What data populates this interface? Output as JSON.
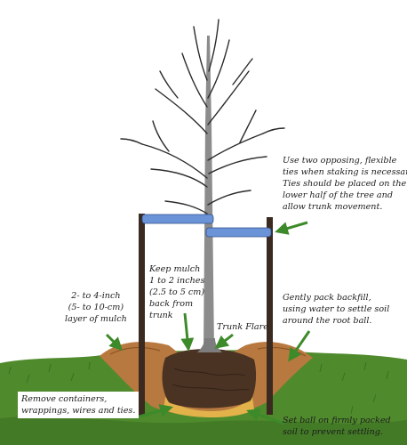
{
  "title": "",
  "colors": {
    "grass": "#4f8a2c",
    "grass_dark": "#2f5f1c",
    "mulch": "#b7793f",
    "root_ball": "#4a3322",
    "packed_soil": "#e3b24a",
    "stake": "#3a2a20",
    "tie": "#6a93d8",
    "arrow": "#3d8a2a",
    "trunk": "#8c8c8c",
    "branches": "#2b2b2b"
  },
  "labels": {
    "ties": [
      "Use two opposing, flexible",
      "ties when staking is necessary.",
      "Ties should be placed on the",
      "lower half of the tree and",
      "allow trunk movement."
    ],
    "mulch_depth": [
      "Keep mulch",
      "1 to 2 inches",
      "(2.5 to 5 cm)",
      "back from",
      "trunk"
    ],
    "mulch_layer": [
      "2- to 4-inch",
      "(5- to 10-cm)",
      "layer of mulch"
    ],
    "backfill": [
      "Gently pack backfill,",
      "using water to settle soil",
      "around the root ball."
    ],
    "trunk_flare": "Trunk Flare",
    "remove": [
      "Remove containers,",
      "wrappings, wires and ties."
    ],
    "soil_ball": [
      "Set ball on firmly packed",
      "soil to prevent settling."
    ]
  }
}
